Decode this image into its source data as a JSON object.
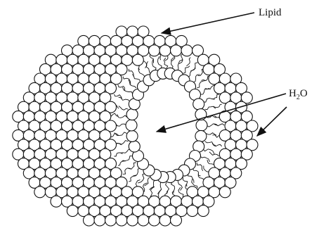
{
  "labels": {
    "lipid": "Lipid",
    "water_main": "H",
    "water_sub": "2",
    "water_tail": "O"
  },
  "colors": {
    "ink": "#111111",
    "head_fill": "#ffffff",
    "background": "#ffffff"
  }
}
